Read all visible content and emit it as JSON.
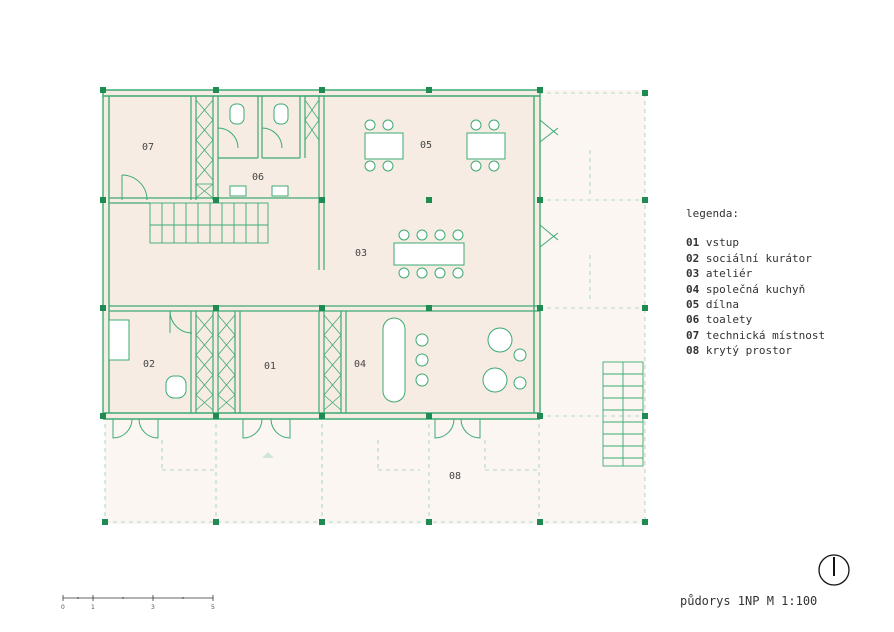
{
  "rooms": [
    {
      "id": "07",
      "label": "07"
    },
    {
      "id": "06",
      "label": "06"
    },
    {
      "id": "05",
      "label": "05"
    },
    {
      "id": "03",
      "label": "03"
    },
    {
      "id": "02",
      "label": "02"
    },
    {
      "id": "01",
      "label": "01"
    },
    {
      "id": "04",
      "label": "04"
    },
    {
      "id": "08",
      "label": "08"
    }
  ],
  "legend": {
    "title": "legenda:",
    "items": [
      {
        "num": "01",
        "text": "vstup"
      },
      {
        "num": "02",
        "text": "sociální kurátor"
      },
      {
        "num": "03",
        "text": "ateliér"
      },
      {
        "num": "04",
        "text": "společná kuchyň"
      },
      {
        "num": "05",
        "text": "dílna"
      },
      {
        "num": "06",
        "text": "toalety"
      },
      {
        "num": "07",
        "text": "technická místnost"
      },
      {
        "num": "08",
        "text": "krytý prostor"
      }
    ]
  },
  "plan_title": "půdorys 1NP M 1:100",
  "scale_bar": {
    "ticks": [
      "0",
      "1",
      "3",
      "5"
    ]
  },
  "colors": {
    "wall": "#3daa73",
    "floor": "#f7eee6",
    "covered": "#fbf6f1",
    "column": "#1f8b52"
  }
}
